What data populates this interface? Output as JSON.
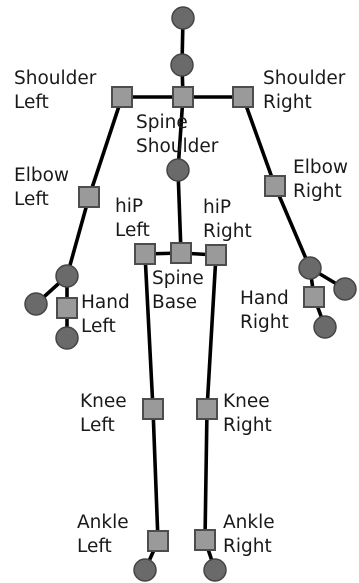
{
  "colors": {
    "background": "#ffffff",
    "bone": "#000000",
    "square_joint": "#9a9a9a",
    "round_joint": "#6a6a6a",
    "label": "#1a1a1a"
  },
  "labels": {
    "shoulder_left": [
      "Shoulder",
      "Left"
    ],
    "shoulder_right": [
      "Shoulder",
      "Right"
    ],
    "spine_shoulder": [
      "Spine",
      "Shoulder"
    ],
    "elbow_left": [
      "Elbow",
      "Left"
    ],
    "elbow_right": [
      "Elbow",
      "Right"
    ],
    "hip_left": [
      "hiP",
      "Left"
    ],
    "hip_right": [
      "hiP",
      "Right"
    ],
    "spine_base": [
      "Spine",
      "Base"
    ],
    "hand_left": [
      "Hand",
      "Left"
    ],
    "hand_right": [
      "Hand",
      "Right"
    ],
    "knee_left": [
      "Knee",
      "Left"
    ],
    "knee_right": [
      "Knee",
      "Right"
    ],
    "ankle_left": [
      "Ankle",
      "Left"
    ],
    "ankle_right": [
      "Ankle",
      "Right"
    ]
  }
}
